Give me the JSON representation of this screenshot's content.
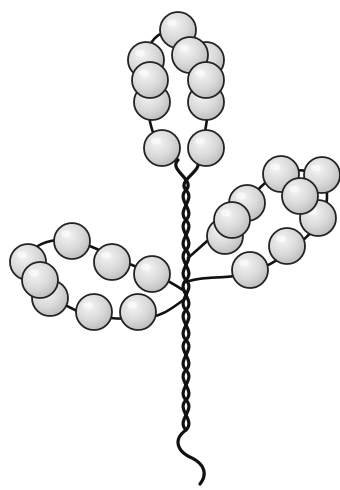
{
  "figure": {
    "subject": "beaded-wire-flower",
    "colors": {
      "background": "#ffffff",
      "wire": "#111111",
      "bead_fill": "#d8d8d8",
      "bead_outline": "#222222",
      "bead_highlight": "#ffffff"
    },
    "loops": [
      {
        "name": "top-loop",
        "bead_count": 10
      },
      {
        "name": "right-loop",
        "bead_count": 9
      },
      {
        "name": "left-loop",
        "bead_count": 8
      }
    ],
    "stem": {
      "style": "twisted-double-wire"
    }
  }
}
